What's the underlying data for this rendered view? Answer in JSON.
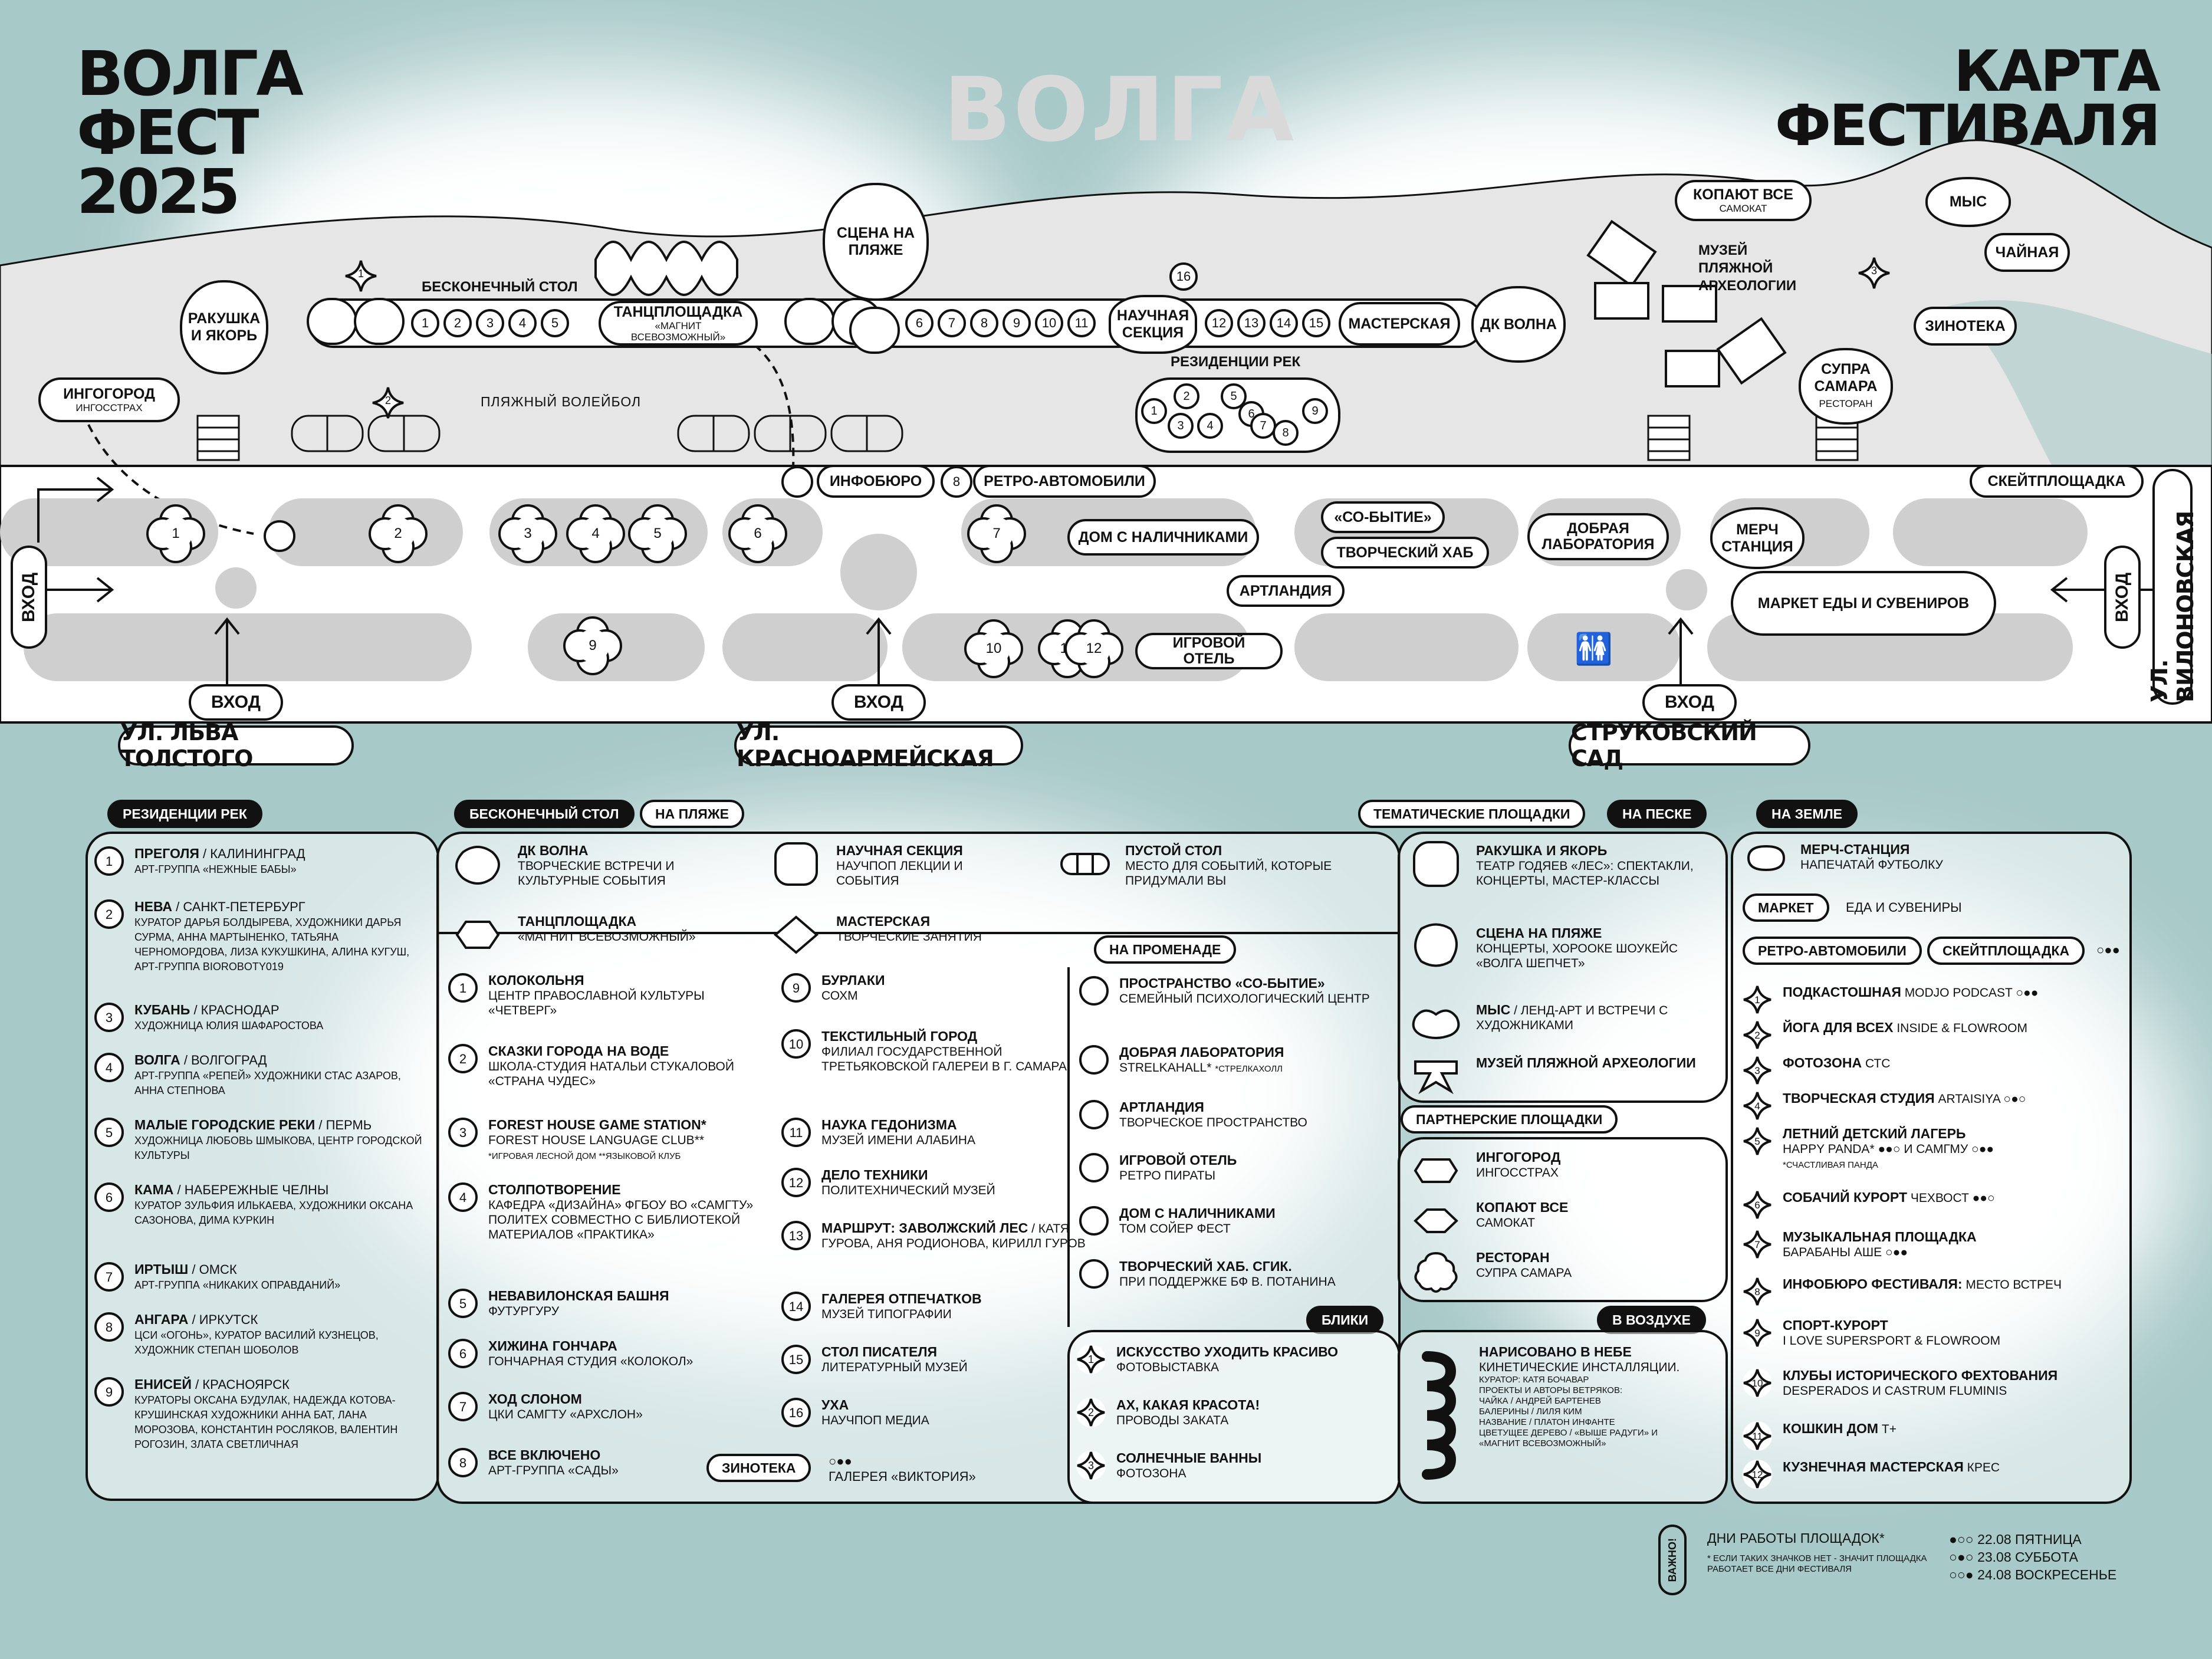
{
  "logo": {
    "line1": "ВОЛГА",
    "line2": "ФЕСТ",
    "line3": "2025"
  },
  "watermark": "ВОЛГА",
  "title": {
    "line1": "КАРТА",
    "line2": "ФЕСТИВАЛЯ"
  },
  "map": {
    "rakushka": "РАКУШКА И ЯКОРЬ",
    "beskonechny_stol": "БЕСКОНЕЧНЫЙ СТОЛ",
    "tancploshadka": "ТАНЦПЛОЩАДКА",
    "tancploshadka_sub": "«МАГНИТ ВСЕВОЗМОЖНЫЙ»",
    "scena": "СЦЕНА НА ПЛЯЖЕ",
    "nauchnaya": "НАУЧНАЯ СЕКЦИЯ",
    "masterskaya": "МАСТЕРСКАЯ",
    "dk_volna": "ДК ВОЛНА",
    "rezidencii": "РЕЗИДЕНЦИИ РЕК",
    "plyazhny_voleybol": "ПЛЯЖНЫЙ ВОЛЕЙБОЛ",
    "ingogorod": "ИНГОГОРОД",
    "ingogorod_sub": "ИНГОССТРАХ",
    "kopayut": "КОПАЮТ ВСЕ",
    "kopayut_sub": "САМОКАТ",
    "muzey": "МУЗЕЙ ПЛЯЖНОЙ АРХЕОЛОГИИ",
    "mys": "МЫС",
    "chaynaya": "ЧАЙНАЯ",
    "zinoteka": "ЗИНОТЕКА",
    "supra": "СУПРА САМАРА",
    "supra_sub": "РЕСТОРАН",
    "infobyuro": "ИНФОБЮРО",
    "retro": "РЕТРО-АВТОМОБИЛИ",
    "skeyt": "СКЕЙТПЛОЩАДКА",
    "dom_nalichnikami": "ДОМ С НАЛИЧНИКАМИ",
    "sobytie": "«СО-БЫТИЕ»",
    "tvorchesky_hab": "ТВОРЧЕСКИЙ ХАБ",
    "artlandiya": "АРТЛАНДИЯ",
    "dobraya": "ДОБРАЯ ЛАБОРАТОРИЯ",
    "merch": "МЕРЧ СТАНЦИЯ",
    "market": "МАРКЕТ ЕДЫ И СУВЕНИРОВ",
    "igrovoy": "ИГРОВОЙ ОТЕЛЬ",
    "vhod": "ВХОД",
    "street1": "УЛ. ЛЬВА ТОЛСТОГО",
    "street2": "УЛ. КРАСНОАРМЕЙСКАЯ",
    "street3": "СТРУКОВСКИЙ САД",
    "street4": "УЛ. ВИЛОНОВСКАЯ",
    "table_nums_a": [
      "1",
      "2",
      "3",
      "4",
      "5"
    ],
    "table_nums_b": [
      "6",
      "7",
      "8",
      "9",
      "10",
      "11"
    ],
    "table_nums_c": [
      "12",
      "13",
      "14",
      "15"
    ],
    "n16": "16",
    "rez_nums": [
      "1",
      "2",
      "3",
      "4",
      "5",
      "6",
      "7",
      "8",
      "9"
    ],
    "star_nums": [
      "1",
      "2",
      "3"
    ],
    "promenade_nums": [
      "1",
      "2",
      "3",
      "4",
      "5",
      "6",
      "7",
      "9",
      "10",
      "11",
      "12"
    ],
    "n8": "8"
  },
  "legend": {
    "rez_tag": "РЕЗИДЕНЦИИ РЕК",
    "rezidencii": [
      {
        "n": "1",
        "title": "ПРЕГОЛЯ",
        "city": " / КАЛИНИНГРАД",
        "desc": "АРТ-ГРУППА «НЕЖНЫЕ БАБЫ»"
      },
      {
        "n": "2",
        "title": "НЕВА",
        "city": " / САНКТ-ПЕТЕРБУРГ",
        "desc": "КУРАТОР ДАРЬЯ БОЛДЫРЕВА, ХУДОЖНИКИ ДАРЬЯ СУРМА, АННА МАРТЫНЕНКО, ТАТЬЯНА ЧЕРНОМОРДОВА, ЛИЗА КУКУШКИНА, АЛИНА КУГУШ, АРТ-ГРУППА BIOROBOTY019"
      },
      {
        "n": "3",
        "title": "КУБАНЬ",
        "city": " / КРАСНОДАР",
        "desc": "ХУДОЖНИЦА ЮЛИЯ ШАФАРОСТОВА"
      },
      {
        "n": "4",
        "title": "ВОЛГА",
        "city": " / ВОЛГОГРАД",
        "desc": "АРТ-ГРУППА «РЕПЕЙ» ХУДОЖНИКИ СТАС АЗАРОВ, АННА СТЕПНОВА"
      },
      {
        "n": "5",
        "title": "МАЛЫЕ ГОРОДСКИЕ РЕКИ",
        "city": " / ПЕРМЬ",
        "desc": "ХУДОЖНИЦА ЛЮБОВЬ ШМЫКОВА, ЦЕНТР ГОРОДСКОЙ КУЛЬТУРЫ"
      },
      {
        "n": "6",
        "title": "КАМА",
        "city": " / НАБЕРЕЖНЫЕ ЧЕЛНЫ",
        "desc": "КУРАТОР ЗУЛЬФИЯ ИЛЬКАЕВА, ХУДОЖНИКИ ОКСАНА САЗОНОВА, ДИМА КУРКИН"
      },
      {
        "n": "7",
        "title": "ИРТЫШ",
        "city": " / ОМСК",
        "desc": "АРТ-ГРУППА «НИКАКИХ ОПРАВДАНИЙ»"
      },
      {
        "n": "8",
        "title": "АНГАРА",
        "city": " / ИРКУТСК",
        "desc": "ЦСИ «ОГОНЬ», КУРАТОР ВАСИЛИЙ КУЗНЕЦОВ, ХУДОЖНИК СТЕПАН ШОБОЛОВ"
      },
      {
        "n": "9",
        "title": "ЕНИСЕЙ",
        "city": " / КРАСНОЯРСК",
        "desc": "КУРАТОРЫ ОКСАНА БУДУЛАК, НАДЕЖДА КОТОВА-КРУШИНСКАЯ ХУДОЖНИКИ АННА БАТ, ЛАНА МОРОЗОВА, КОНСТАНТИН РОСЛЯКОВ, ВАЛЕНТИН РОГОЗИН, ЗЛАТА СВЕТЛИЧНАЯ"
      }
    ],
    "stol_tag": "БЕСКОНЕЧНЫЙ СТОЛ",
    "beach_tag": "НА ПЛЯЖЕ",
    "stol_items": [
      {
        "title": "ДК ВОЛНА",
        "desc": "ТВОРЧЕСКИЕ ВСТРЕЧИ И КУЛЬТУРНЫЕ СОБЫТИЯ"
      },
      {
        "title": "ТАНЦПЛОЩАДКА",
        "desc": "«МАГНИТ ВСЕВОЗМОЖНЫЙ»"
      },
      {
        "title": "НАУЧНАЯ СЕКЦИЯ",
        "desc": "НАУЧПОП ЛЕКЦИИ И СОБЫТИЯ"
      },
      {
        "title": "МАСТЕРСКАЯ",
        "desc": "ТВОРЧЕСКИЕ ЗАНЯТИЯ"
      },
      {
        "title": "ПУСТОЙ СТОЛ",
        "desc": "МЕСТО ДЛЯ СОБЫТИЙ, КОТОРЫЕ ПРИДУМАЛИ ВЫ"
      }
    ],
    "table_list_a": [
      {
        "n": "1",
        "title": "КОЛОКОЛЬНЯ",
        "desc": "ЦЕНТР ПРАВОСЛАВНОЙ КУЛЬТУРЫ «ЧЕТВЕРГ»"
      },
      {
        "n": "2",
        "title": "СКАЗКИ ГОРОДА НА ВОДЕ",
        "desc": "ШКОЛА-СТУДИЯ НАТАЛЬИ СТУКАЛОВОЙ «СТРАНА ЧУДЕС»"
      },
      {
        "n": "3",
        "title": "FOREST HOUSE GAME STATION*",
        "desc": "FOREST HOUSE LANGUAGE CLUB**",
        "note": "*ИГРОВАЯ ЛЕСНОЙ ДОМ **ЯЗЫКОВОЙ КЛУБ"
      },
      {
        "n": "4",
        "title": "СТОЛПОТВОРЕНИЕ",
        "desc": "КАФЕДРА «ДИЗАЙНА» ФГБОУ ВО «САМГТУ» ПОЛИТЕХ СОВМЕСТНО С БИБЛИОТЕКОЙ МАТЕРИАЛОВ «ПРАКТИКА»"
      },
      {
        "n": "5",
        "title": "НЕВАВИЛОНСКАЯ БАШНЯ",
        "desc": "ФУТУРГУРУ"
      },
      {
        "n": "6",
        "title": "ХИЖИНА ГОНЧАРА",
        "desc": "ГОНЧАРНАЯ СТУДИЯ «КОЛОКОЛ»"
      },
      {
        "n": "7",
        "title": "ХОД СЛОНОМ",
        "desc": "ЦКИ САМГТУ «АРХСЛОН»"
      },
      {
        "n": "8",
        "title": "ВСЕ ВКЛЮЧЕНО",
        "desc": "АРТ-ГРУППА «САДЫ»"
      }
    ],
    "table_list_b": [
      {
        "n": "9",
        "title": "БУРЛАКИ",
        "desc": "СОХМ"
      },
      {
        "n": "10",
        "title": "ТЕКСТИЛЬНЫЙ ГОРОД",
        "desc": "ФИЛИАЛ ГОСУДАРСТВЕННОЙ ТРЕТЬЯКОВСКОЙ ГАЛЕРЕИ В Г. САМАРА"
      },
      {
        "n": "11",
        "title": "НАУКА ГЕДОНИЗМА",
        "desc": "МУЗЕЙ ИМЕНИ АЛАБИНА"
      },
      {
        "n": "12",
        "title": "ДЕЛО ТЕХНИКИ",
        "desc": "ПОЛИТЕХНИЧЕСКИЙ МУЗЕЙ"
      },
      {
        "n": "13",
        "title": "МАРШРУТ: ЗАВОЛЖСКИЙ ЛЕС",
        "desc": " / КАТЯ ГУРОВА, АНЯ РОДИОНОВА, КИРИЛЛ ГУРОВ"
      },
      {
        "n": "14",
        "title": "ГАЛЕРЕЯ ОТПЕЧАТКОВ",
        "desc": "МУЗЕЙ ТИПОГРАФИИ"
      },
      {
        "n": "15",
        "title": "СТОЛ ПИСАТЕЛЯ",
        "desc": "ЛИТЕРАТУРНЫЙ МУЗЕЙ"
      },
      {
        "n": "16",
        "title": "УХА",
        "desc": "НАУЧПОП МЕДИА"
      }
    ],
    "zinoteka_tag": "ЗИНОТЕКА",
    "zinoteka_dots": "○●●",
    "zinoteka_desc": "ГАЛЕРЕЯ «ВИКТОРИЯ»",
    "promenade_tag": "НА ПРОМЕНАДЕ",
    "promenade": [
      {
        "title": "ПРОСТРАНСТВО «СО-БЫТИЕ»",
        "desc": "СЕМЕЙНЫЙ ПСИХОЛОГИЧЕСКИЙ ЦЕНТР"
      },
      {
        "title": "ДОБРАЯ ЛАБОРАТОРИЯ",
        "desc": "STRELKAHALL*",
        "note": "*СТРЕЛКАХОЛЛ"
      },
      {
        "title": "АРТЛАНДИЯ",
        "desc": "ТВОРЧЕСКОЕ ПРОСТРАНСТВО"
      },
      {
        "title": "ИГРОВОЙ ОТЕЛЬ",
        "desc": "РЕТРО ПИРАТЫ"
      },
      {
        "title": "ДОМ С НАЛИЧНИКАМИ",
        "desc": "ТОМ СОЙЕР ФЕСТ"
      },
      {
        "title": "ТВОРЧЕСКИЙ ХАБ. СГИК.",
        "desc": "ПРИ ПОДДЕРЖКЕ БФ В. ПОТАНИНА"
      }
    ],
    "bliki_tag": "БЛИКИ",
    "bliki": [
      {
        "n": "1",
        "title": "ИСКУССТВО УХОДИТЬ КРАСИВО",
        "desc": "ФОТОВЫСТАВКА"
      },
      {
        "n": "2",
        "title": "АХ, КАКАЯ КРАСОТА!",
        "desc": "ПРОВОДЫ ЗАКАТА"
      },
      {
        "n": "3",
        "title": "СОЛНЕЧНЫЕ ВАННЫ",
        "desc": "ФОТОЗОНА"
      }
    ],
    "themed_tag": "ТЕМАТИЧЕСКИЕ ПЛОЩАДКИ",
    "sand_tag": "НА ПЕСКЕ",
    "sand": [
      {
        "title": "РАКУШКА И ЯКОРЬ",
        "desc": "ТЕАТР ГОДЯЕВ «ЛЕС»: СПЕКТАКЛИ, КОНЦЕРТЫ, МАСТЕР-КЛАССЫ"
      },
      {
        "title": "СЦЕНА НА ПЛЯЖЕ",
        "desc": "КОНЦЕРТЫ, ХОРООКЕ ШОУКЕЙС «ВОЛГА ШЕПЧЕТ»"
      },
      {
        "title": "МЫС",
        "desc": " / ЛЕНД-АРТ И ВСТРЕЧИ С ХУДОЖНИКАМИ"
      },
      {
        "title": "МУЗЕЙ ПЛЯЖНОЙ АРХЕОЛОГИИ",
        "desc": ""
      }
    ],
    "partner_tag": "ПАРТНЕРСКИЕ ПЛОЩАДКИ",
    "partner": [
      {
        "title": "ИНГОГОРОД",
        "desc": "ИНГОССТРАХ"
      },
      {
        "title": "КОПАЮТ ВСЕ",
        "desc": "САМОКАТ"
      },
      {
        "title": "РЕСТОРАН",
        "desc": "СУПРА САМАРА"
      }
    ],
    "air_tag": "В ВОЗДУХЕ",
    "air": {
      "title": "НАРИСОВАНО В НЕБЕ",
      "desc": "КИНЕТИЧЕСКИЕ ИНСТАЛЛЯЦИИ.",
      "lines": [
        "КУРАТОР: КАТЯ БОЧАВАР",
        "ПРОЕКТЫ И АВТОРЫ ВЕТРЯКОВ:",
        "ЧАЙКА / АНДРЕЙ БАРТЕНЕВ",
        "БАЛЕРИНЫ / ЛИЛЯ КИМ",
        "НАЗВАНИЕ / ПЛАТОН ИНФАНТЕ",
        "ЦВЕТУЩЕЕ ДЕРЕВО / «ВЫШЕ РАДУГИ» И",
        "«МАГНИТ ВСЕВОЗМОЖНЫЙ»"
      ]
    },
    "earth_tag": "НА ЗЕМЛЕ",
    "merch_title": "МЕРЧ-СТАНЦИЯ",
    "merch_desc": "НАПЕЧАТАЙ ФУТБОЛКУ",
    "market_tag": "МАРКЕТ",
    "market_desc": "ЕДА И СУВЕНИРЫ",
    "retro_tag": "РЕТРО-АВТОМОБИЛИ",
    "skeyt_tag": "СКЕЙТПЛОЩАДКА",
    "retro_dots": "○●●",
    "earth": [
      {
        "n": "1",
        "title": "ПОДКАСТОШНАЯ",
        "desc": " MODJO PODCAST ○●●"
      },
      {
        "n": "2",
        "title": "ЙОГА ДЛЯ ВСЕХ",
        "desc": " INSIDE & FLOWROOM"
      },
      {
        "n": "3",
        "title": "ФОТОЗОНА",
        "desc": " СТС"
      },
      {
        "n": "4",
        "title": "ТВОРЧЕСКАЯ СТУДИЯ",
        "desc": " ARTAISIYA ○●○"
      },
      {
        "n": "5",
        "title": "ЛЕТНИЙ ДЕТСКИЙ ЛАГЕРЬ",
        "desc": "HAPPY PANDA* ●●○ И САМГМУ ○●●",
        "note": "*СЧАСТЛИВАЯ ПАНДА"
      },
      {
        "n": "6",
        "title": "СОБАЧИЙ КУРОРТ",
        "desc": " ЧЕХВОСТ ●●○"
      },
      {
        "n": "7",
        "title": "МУЗЫКАЛЬНАЯ ПЛОЩАДКА",
        "desc": "БАРАБАНЫ АШЕ ○●●"
      },
      {
        "n": "8",
        "title": "ИНФОБЮРО ФЕСТИВАЛЯ:",
        "desc": " МЕСТО ВСТРЕЧ"
      },
      {
        "n": "9",
        "title": "СПОРТ-КУРОРТ",
        "desc": "I LOVE SUPERSPORT & FLOWROOM"
      },
      {
        "n": "10",
        "title": "КЛУБЫ ИСТОРИЧЕСКОГО ФЕХТОВАНИЯ",
        "desc": "DESPERADOS И CASTRUM FLUMINIS"
      },
      {
        "n": "11",
        "title": "КОШКИН ДОМ",
        "desc": " Т+"
      },
      {
        "n": "12",
        "title": "КУЗНЕЧНАЯ МАСТЕРСКАЯ",
        "desc": " КРЕС"
      }
    ],
    "important": "ВАЖНО!",
    "days_title": "ДНИ РАБОТЫ ПЛОЩАДОК*",
    "days_note": "* ЕСЛИ ТАКИХ ЗНАЧКОВ НЕТ - ЗНАЧИТ ПЛОЩАДКА РАБОТАЕТ ВСЕ ДНИ ФЕСТИВАЛЯ",
    "days": [
      "●○○ 22.08 ПЯТНИЦА",
      "○●○ 23.08 СУББОТА",
      "○○● 24.08 ВОСКРЕСЕНЬЕ"
    ]
  },
  "colors": {
    "background": "#a7c9c8",
    "ink": "#111111",
    "shore": "#e6e6e6",
    "slot": "#cfcfcf"
  }
}
